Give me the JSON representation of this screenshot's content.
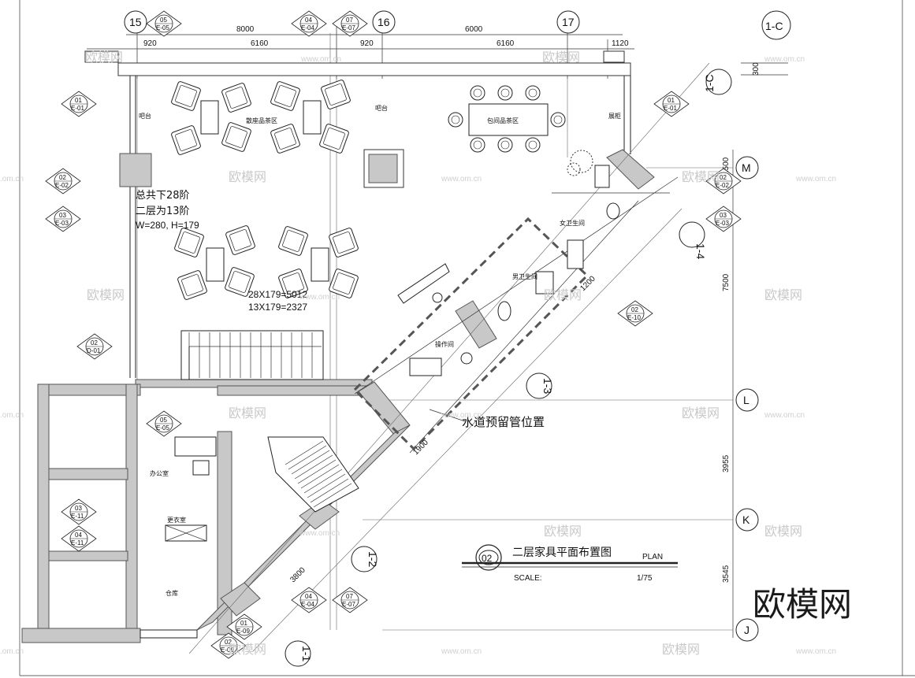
{
  "sheet": {
    "title": "二层家具平面布置图",
    "title_en": "PLAN",
    "scale_label": "SCALE:",
    "scale_value": "1/75",
    "drawing_no": "02",
    "watermark_brand": "欧模网",
    "watermark_url": "www.om.cn",
    "watermark_url_left": ".om.cn"
  },
  "grid_bubbles": {
    "top": [
      "15",
      "16",
      "17"
    ],
    "right": [
      "M",
      "L",
      "K",
      "J"
    ],
    "diagonal": [
      "1-C",
      "1-4",
      "1-3",
      "1-2",
      "1-1"
    ],
    "corner": "1-C"
  },
  "dimensions": {
    "top_row1": [
      "8000",
      "6000"
    ],
    "top_row2": [
      "920",
      "6160",
      "920",
      "6160",
      "1120"
    ],
    "right": [
      "300",
      "1500",
      "7500",
      "3955",
      "3545"
    ],
    "diagonal": [
      "1200",
      "1900",
      "3800"
    ]
  },
  "rooms": {
    "lounge_tea": "散座品茶区",
    "private_tea": "包间品茶区",
    "bar_left": "吧台",
    "bar_center": "吧台",
    "display": "展柜",
    "female_wc": "女卫生间",
    "male_wc": "男卫生间",
    "operation": "操作间",
    "office": "办公室",
    "changing": "更衣室",
    "storage": "仓库"
  },
  "notes": {
    "stair_line1": "总共下28阶",
    "stair_line2": "二层为13阶",
    "stair_line3": "W=280, H=179",
    "calc_line1": "28X179=5012",
    "calc_line2": "13X179=2327",
    "water_pipe": "水道预留管位置"
  },
  "markers": {
    "m1": [
      "05",
      "E-05"
    ],
    "m2": [
      "04",
      "E-04"
    ],
    "m3": [
      "07",
      "E-07"
    ],
    "m4": [
      "01",
      "E-01"
    ],
    "m5": [
      "01",
      "E-01"
    ],
    "m6": [
      "02",
      "E-02"
    ],
    "m7": [
      "03",
      "E-03"
    ],
    "m8": [
      "02",
      "E-02"
    ],
    "m9": [
      "03",
      "E-03"
    ],
    "m10": [
      "02",
      "D-01"
    ],
    "m11": [
      "05",
      "E-05"
    ],
    "m12": [
      "03",
      "E-11"
    ],
    "m13": [
      "04",
      "E-11"
    ],
    "m14": [
      "04",
      "E-04"
    ],
    "m15": [
      "07",
      "E-07"
    ],
    "m16": [
      "01",
      "E-09"
    ],
    "m17": [
      "02",
      "E-09"
    ],
    "m18": [
      "02",
      "E-10"
    ]
  }
}
